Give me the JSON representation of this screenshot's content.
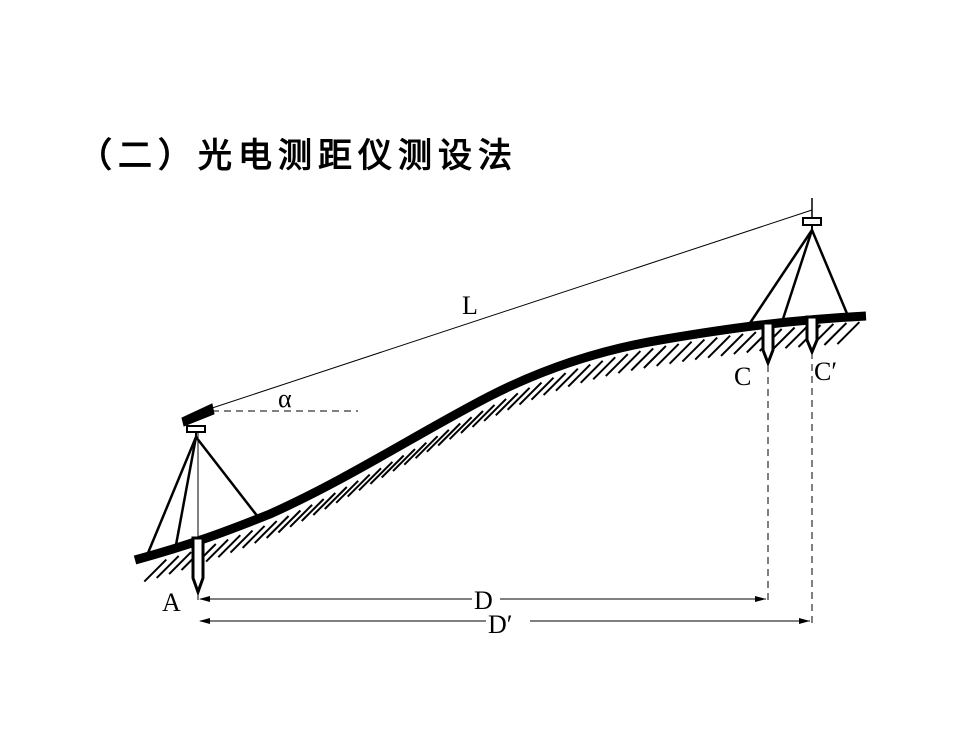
{
  "title": "（二）光电测距仪测设法",
  "labels": {
    "L": "L",
    "alpha": "α",
    "C": "C",
    "C_prime": "C′",
    "A": "A",
    "D": "D",
    "D_prime": "D′"
  }
}
